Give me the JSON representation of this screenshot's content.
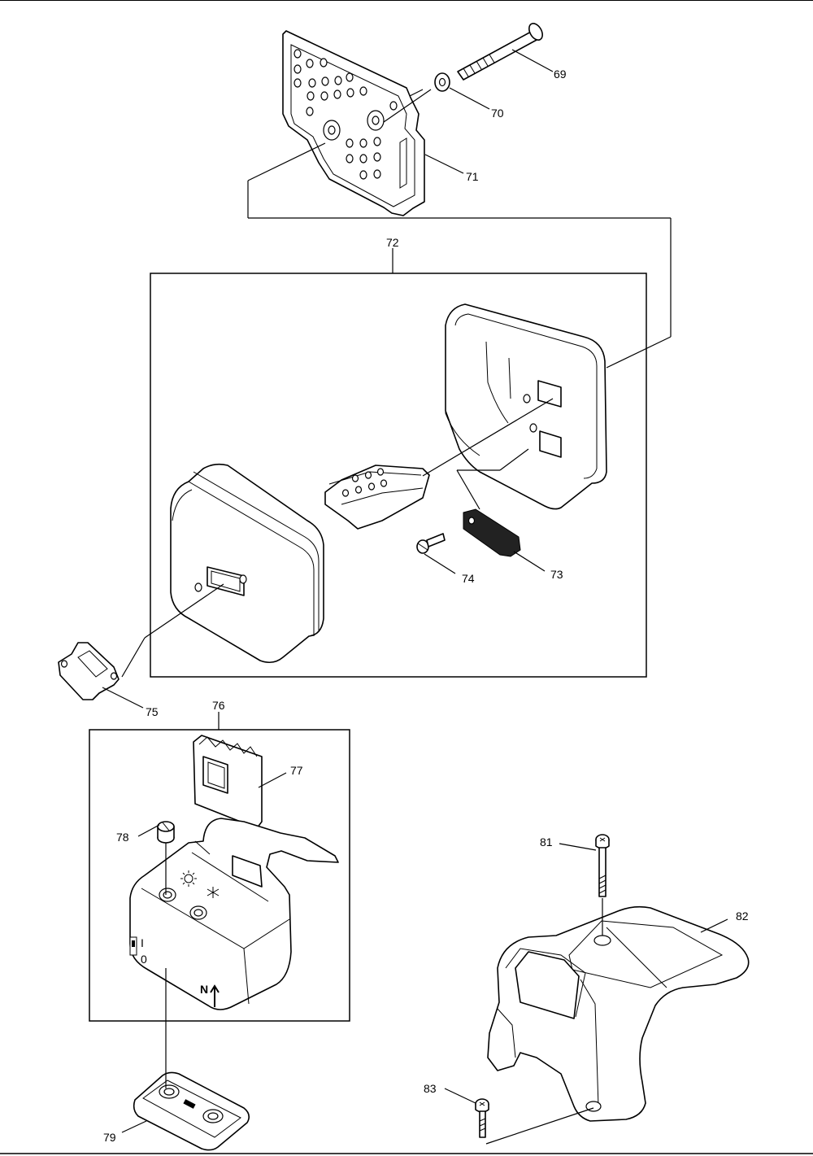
{
  "labels": {
    "p69": "69",
    "p70": "70",
    "p71": "71",
    "p72": "72",
    "p73": "73",
    "p74": "74",
    "p75": "75",
    "p76": "76",
    "p77": "77",
    "p78": "78",
    "p79": "79",
    "p81": "81",
    "p82": "82",
    "p83": "83"
  },
  "markings": {
    "switch_on": "I",
    "switch_off": "0",
    "arrow_mark": "N"
  }
}
